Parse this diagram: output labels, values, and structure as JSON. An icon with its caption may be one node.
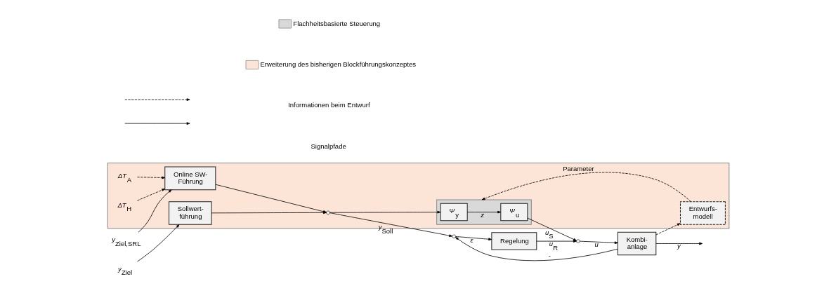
{
  "diagram": {
    "nodes": [
      {
        "text": [],
        "shape": "box"
      },
      {
        "text": [],
        "shape": "box",
        "in": 0
      },
      {
        "text": [
          "*Ψ*$_{y}$"
        ],
        "in": 1
      },
      {
        "text": [
          "*Ψ*$_{u}$"
        ],
        "in": 1
      },
      {
        "text": [
          "*ΔT*$_{A}$"
        ],
        "in": 0
      },
      {
        "text": [
          "*ΔT*$_{H}$"
        ],
        "in": 0
      },
      {
        "text": [
          "*y*$_{Ziel,SRL}$"
        ]
      },
      {
        "text": [
          "*y*$_{Ziel}$"
        ]
      },
      {
        "text": [
          "Online SW- Führung"
        ],
        "in": 0
      },
      {
        "text": [
          "Sollwert- führung"
        ],
        "in": 0
      },
      {
        "text": [],
        "shape": "circle",
        "in": 0
      },
      {
        "text": [
          "Entwurfs- modell"
        ],
        "in": 0
      },
      {
        "text": [],
        "shape": "circle"
      },
      {
        "text": [
          "Regelung"
        ]
      },
      {
        "text": [],
        "shape": "circle"
      },
      {
        "text": [
          "Kombi- anlage"
        ]
      }
    ],
    "edges": [
      {
        "from": 4,
        "to": 8,
        "arrow": "to",
        "style": "dashed"
      },
      {
        "from": 5,
        "to": 8,
        "arrow": "to",
        "style": "dashed"
      },
      {
        "from": 6,
        "to": 8,
        "arrow": "to"
      },
      {
        "from": 7,
        "to": 9,
        "arrow": "to"
      },
      {
        "from": 8,
        "to": 10,
        "arrow": "to"
      },
      {
        "from": 9,
        "to": 10,
        "arrow": "to"
      },
      {
        "from": 10,
        "to": 2,
        "arrow": "to"
      },
      {
        "from": 10,
        "to": 12,
        "arrow": "to",
        "label": "*y*$_{Soll}$"
      },
      {
        "from": 2,
        "to": 3,
        "arrow": "to",
        "label": "*z*"
      },
      {
        "from": 3,
        "to": 14,
        "arrow": "to",
        "label": "*u*$_{S}$"
      },
      {
        "from": 12,
        "to": 13,
        "arrow": "to",
        "label": "*ε*"
      },
      {
        "from": 13,
        "to": 14,
        "arrow": "to",
        "label": "*u*$_{R}$"
      },
      {
        "from": 14,
        "to": 15,
        "arrow": "to",
        "label": "*u*"
      },
      {
        "from": 15,
        "to": null,
        "arrow": "to",
        "label": "*y*"
      },
      {
        "from": 15,
        "to": 12,
        "arrow": "to",
        "label": "-"
      },
      {
        "from": 15,
        "to": 11,
        "arrow": "to",
        "style": "dashed"
      },
      {
        "from": 11,
        "to": 1,
        "arrow": "to",
        "style": "dashed",
        "label": "Parameter"
      }
    ],
    "legend": [
      {
        "text": "Flachheitsbasierte Steuerung",
        "color": "#d9d9d9"
      },
      {
        "text": "Erweiterung des bisherigen Blockführungskonzeptes",
        "color": "#fce4d6"
      },
      {
        "text": "Informationen beim Entwurf"
      },
      {
        "text": "Signalpfade"
      }
    ]
  }
}
